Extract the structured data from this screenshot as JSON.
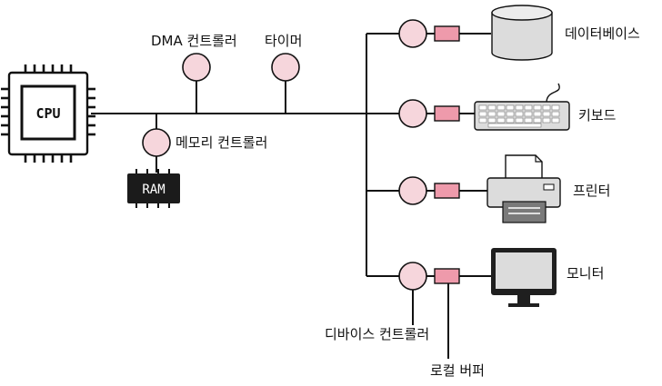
{
  "cpu": {
    "label": "CPU"
  },
  "ram": {
    "label": "RAM"
  },
  "labels": {
    "dma_controller": "DMA 컨트롤러",
    "timer": "타이머",
    "memory_controller": "메모리 컨트롤러",
    "device_controller": "디바이스 컨트롤러",
    "local_buffer": "로컬 버퍼"
  },
  "devices": [
    {
      "name": "데이터베이스",
      "icon": "database-icon"
    },
    {
      "name": "키보드",
      "icon": "keyboard-icon"
    },
    {
      "name": "프린터",
      "icon": "printer-icon"
    },
    {
      "name": "모니터",
      "icon": "monitor-icon"
    }
  ],
  "colors": {
    "controller_fill": "#f6d6dc",
    "buffer_fill": "#ee9aab",
    "device_fill": "#dcdcdc",
    "line": "#111111"
  }
}
